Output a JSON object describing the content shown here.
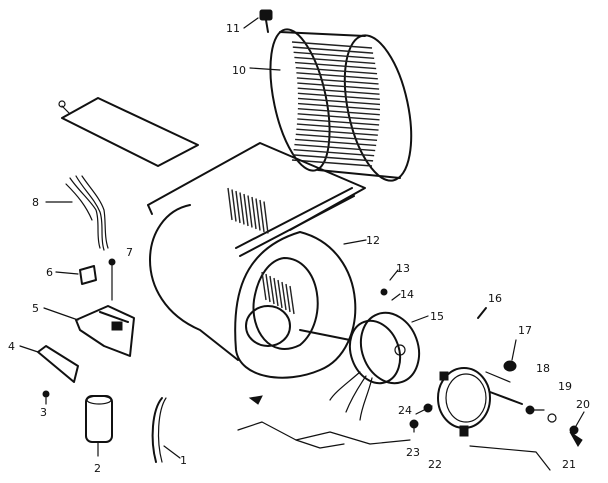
{
  "callouts": [
    {
      "id": "1",
      "label": "1"
    },
    {
      "id": "2",
      "label": "2"
    },
    {
      "id": "3",
      "label": "3"
    },
    {
      "id": "4",
      "label": "4"
    },
    {
      "id": "5",
      "label": "5"
    },
    {
      "id": "6",
      "label": "6"
    },
    {
      "id": "7",
      "label": "7"
    },
    {
      "id": "8",
      "label": "8"
    },
    {
      "id": "10",
      "label": "10"
    },
    {
      "id": "11",
      "label": "11"
    },
    {
      "id": "12",
      "label": "12"
    },
    {
      "id": "13",
      "label": "13"
    },
    {
      "id": "14",
      "label": "14"
    },
    {
      "id": "15",
      "label": "15"
    },
    {
      "id": "16",
      "label": "16"
    },
    {
      "id": "17",
      "label": "17"
    },
    {
      "id": "18",
      "label": "18"
    },
    {
      "id": "19",
      "label": "19"
    },
    {
      "id": "20",
      "label": "20"
    },
    {
      "id": "21",
      "label": "21"
    },
    {
      "id": "22",
      "label": "22"
    },
    {
      "id": "23",
      "label": "23"
    },
    {
      "id": "24",
      "label": "24"
    }
  ]
}
